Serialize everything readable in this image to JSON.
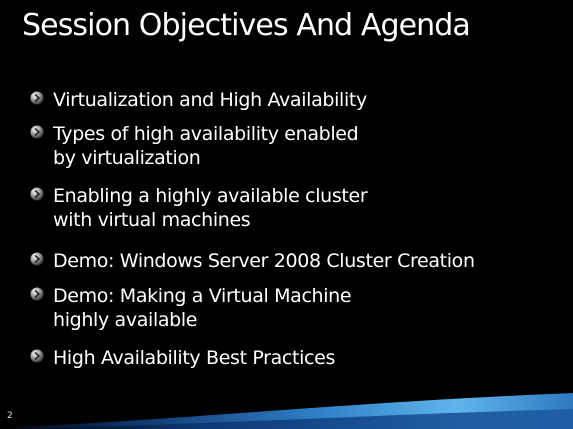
{
  "slide": {
    "title": "Session Objectives And Agenda",
    "slide_number": "2",
    "bullets": [
      {
        "text": "Virtualization and High Availability"
      },
      {
        "text": "Types of high availability enabled\nby virtualization"
      },
      {
        "text": "Enabling a highly available cluster\nwith virtual machines"
      },
      {
        "text": "Demo:  Windows Server 2008 Cluster Creation"
      },
      {
        "text": "Demo:  Making a Virtual Machine\nhighly available"
      },
      {
        "text": "High Availability Best Practices"
      }
    ]
  },
  "colors": {
    "background": "#000000",
    "text": "#ffffff",
    "swoosh_light": "#4aa3df",
    "swoosh_dark": "#0b3a73"
  },
  "icons": {
    "bullet": "arrow-bullet-icon"
  }
}
